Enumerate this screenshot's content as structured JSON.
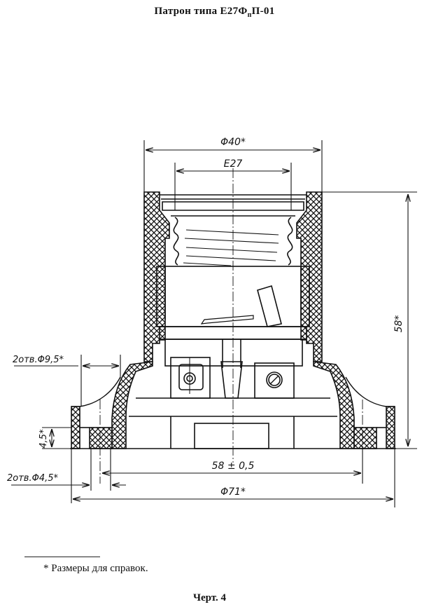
{
  "title": {
    "prefix": "Патрон типа Е27Ф",
    "subscript": "п",
    "suffix": "П-01"
  },
  "dimensions": {
    "outer_top_diameter": "Φ40*",
    "thread": "E27",
    "height": "58*",
    "large_holes": "2отв.Φ9,5*",
    "flange_thickness": "4,5*",
    "small_holes": "2отв.Φ4,5*",
    "hole_spacing": "58 ± 0,5",
    "base_diameter": "Φ71*"
  },
  "footnote": "* Размеры для справок.",
  "caption": "Черт. 4"
}
